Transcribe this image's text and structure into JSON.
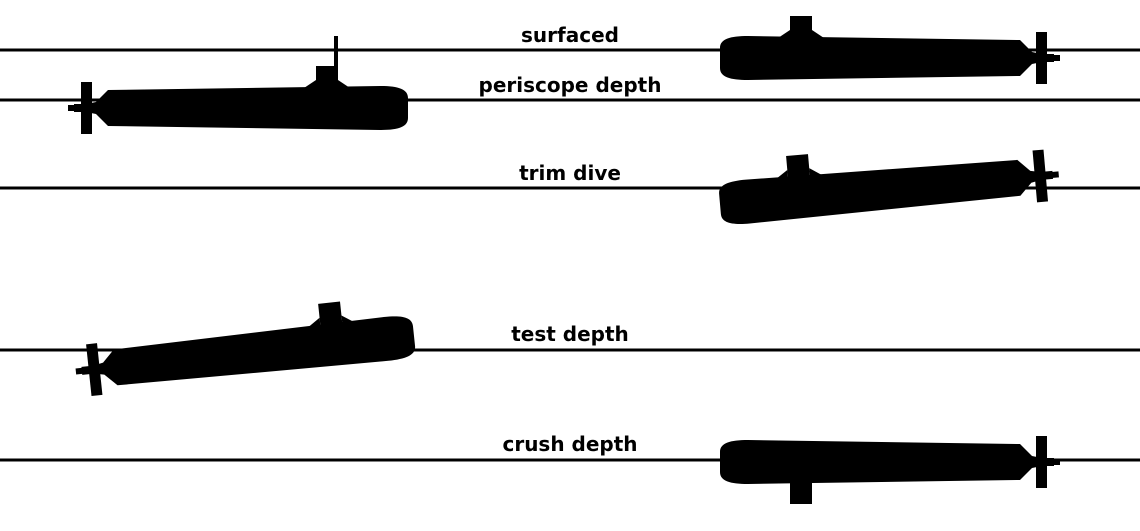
{
  "diagram": {
    "levels": [
      {
        "id": "surfaced",
        "label": "surfaced"
      },
      {
        "id": "periscope",
        "label": "periscope depth"
      },
      {
        "id": "trim",
        "label": "trim dive"
      },
      {
        "id": "test",
        "label": "test depth"
      },
      {
        "id": "crush",
        "label": "crush depth"
      }
    ],
    "colors": {
      "line": "#000000",
      "silhouette": "#000000",
      "text": "#000000",
      "background": "#ffffff"
    }
  }
}
